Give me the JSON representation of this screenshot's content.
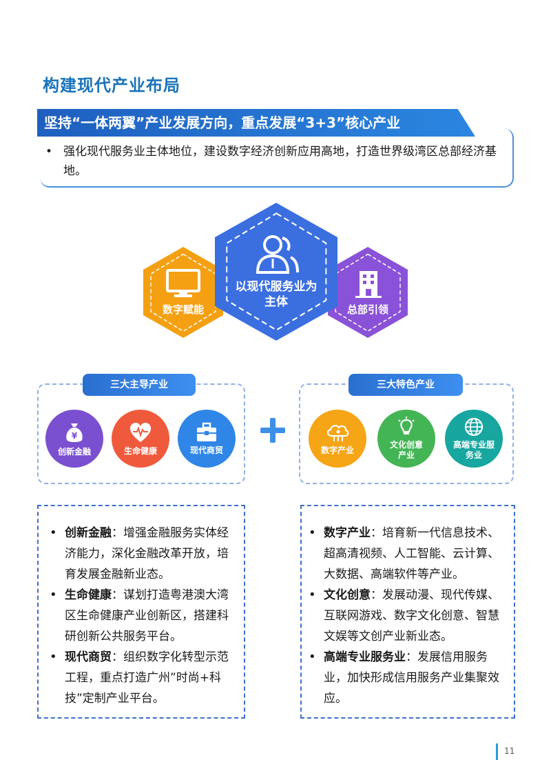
{
  "page_title": "构建现代产业布局",
  "banner": {
    "heading": "坚持“一体两翼”产业发展方向，重点发展“3+3”核心产业",
    "bullet": "•",
    "text": "强化现代服务业主体地位，建设数字经济创新应用高地，打造世界级湾区总部经济基地。"
  },
  "hexagons": {
    "main": {
      "label": "以现代服务业为主体",
      "icon": "people-icon",
      "color": "#3b6fe0"
    },
    "left": {
      "label": "数字赋能",
      "icon": "monitor-icon",
      "color": "#f4a012"
    },
    "right": {
      "label": "总部引领",
      "icon": "building-icon",
      "color": "#8a52d8"
    }
  },
  "groups": {
    "left": {
      "tag": "三大主导产业",
      "items": [
        {
          "label": "创新金融",
          "icon": "money-bag-icon",
          "color": "#7a4fd0"
        },
        {
          "label": "生命健康",
          "icon": "heart-pulse-icon",
          "color": "#f05a3c"
        },
        {
          "label": "现代商贸",
          "icon": "briefcase-icon",
          "color": "#2f86e6"
        }
      ]
    },
    "right": {
      "tag": "三大特色产业",
      "items": [
        {
          "label": "数字产业",
          "icon": "cloud-circuit-icon",
          "color": "#f6a516"
        },
        {
          "label": "文化创意产业",
          "icon": "lightbulb-icon",
          "color": "#44b554"
        },
        {
          "label": "高端专业服务业",
          "icon": "globe-icon",
          "color": "#17a6a0"
        }
      ]
    }
  },
  "details": {
    "left": [
      {
        "term": "创新金融",
        "sep": "：",
        "text": "增强金融服务实体经济能力，深化金融改革开放，培育发展金融新业态。"
      },
      {
        "term": "生命健康",
        "sep": "：",
        "text": "谋划打造粤港澳大湾区生命健康产业创新区，搭建科研创新公共服务平台。"
      },
      {
        "term": "现代商贸",
        "sep": "：",
        "text": "组织数字化转型示范工程，重点打造广州”时尚+科技”定制产业平台。"
      }
    ],
    "right": [
      {
        "term": "数字产业",
        "sep": "：",
        "text": "培育新一代信息技术、超高清视频、人工智能、云计算、大数据、高端软件等产业。"
      },
      {
        "term": "文化创意",
        "sep": "：",
        "text": "发展动漫、现代传媒、互联网游戏、数字文化创意、智慧文娱等文创产业新业态。"
      },
      {
        "term": "高端专业服务业",
        "sep": "：",
        "text": "发展信用服务业，加快形成信用服务产业集聚效应。"
      }
    ]
  },
  "page_number": "11"
}
